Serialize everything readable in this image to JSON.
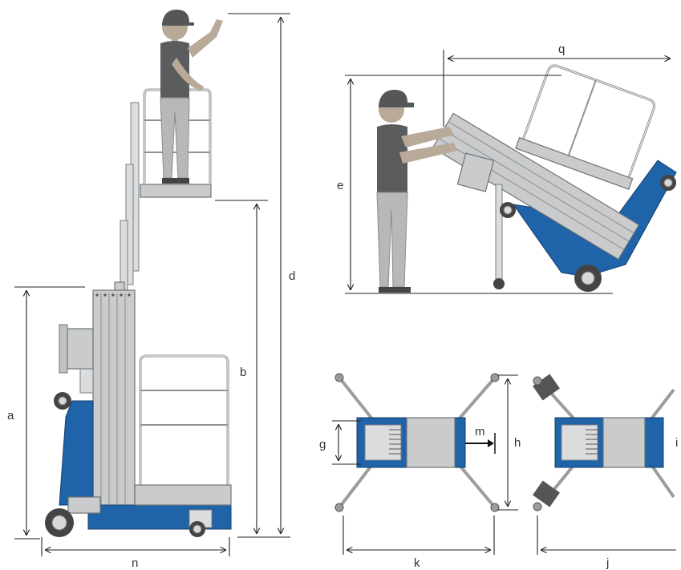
{
  "views": {
    "side_elevated": {
      "labels": {
        "a": "a",
        "b": "b",
        "d": "d",
        "n": "n"
      }
    },
    "tilted_transport": {
      "labels": {
        "e": "e",
        "q": "q"
      }
    },
    "top_view": {
      "labels": {
        "g": "g",
        "h": "h",
        "m": "m",
        "k": "k"
      }
    },
    "top_view_alt": {
      "labels": {
        "i": "i",
        "j": "j"
      }
    }
  },
  "colors": {
    "chassis": "#1f63a8",
    "frame": "#c9cbcc",
    "outline": "#6f7376"
  }
}
